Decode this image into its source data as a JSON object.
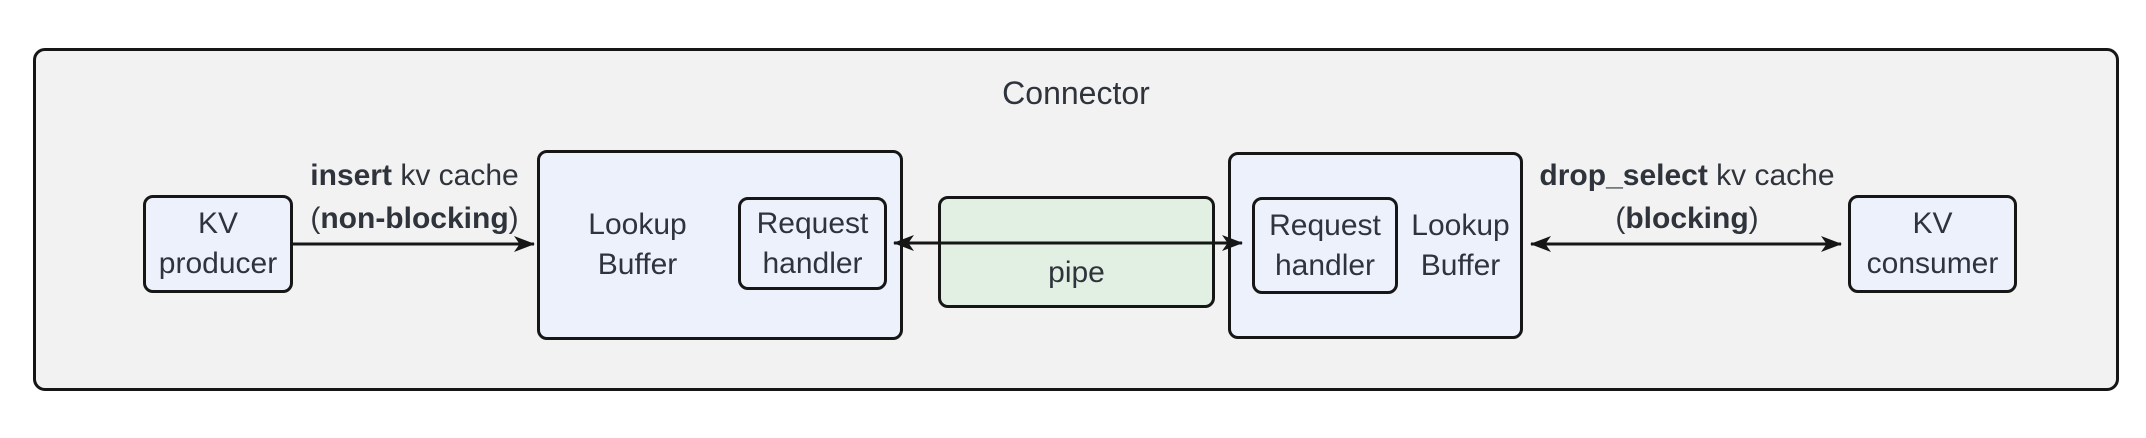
{
  "title": "Connector",
  "colors": {
    "container_fill": "#f2f2f2",
    "node_fill": "#edf1fb",
    "pipe_fill": "#e2f0e3",
    "border": "#161616",
    "text": "#2f343c",
    "canvas_bg": "#ffffff"
  },
  "nodes": {
    "kv_producer": {
      "line1": "KV",
      "line2": "producer"
    },
    "lookup_buffer_left": {
      "line1": "Lookup",
      "line2": "Buffer"
    },
    "request_handler_left": {
      "line1": "Request",
      "line2": "handler"
    },
    "pipe": {
      "label": "pipe"
    },
    "request_handler_right": {
      "line1": "Request",
      "line2": "handler"
    },
    "lookup_buffer_right": {
      "line1": "Lookup",
      "line2": "Buffer"
    },
    "kv_consumer": {
      "line1": "KV",
      "line2": "consumer"
    }
  },
  "edges": {
    "insert": {
      "line1_bold": "insert",
      "line1_rest": " kv cache",
      "line2_open": "(",
      "line2_bold": "non-blocking",
      "line2_close": ")"
    },
    "drop_select": {
      "line1_bold": "drop_select",
      "line1_rest": " kv cache",
      "line2_open": "(",
      "line2_bold": "blocking",
      "line2_close": ")"
    }
  }
}
